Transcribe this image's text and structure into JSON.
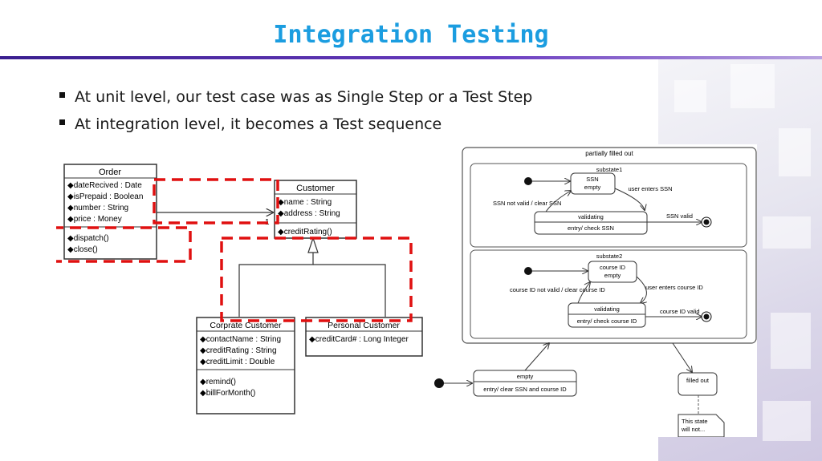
{
  "slide": {
    "title": "Integration Testing",
    "bullets": [
      "At unit level, our test case was as Single Step or a Test Step",
      "At integration level, it becomes a Test sequence"
    ]
  },
  "class_diagram": {
    "order": {
      "name": "Order",
      "attributes": [
        "dateRecived : Date",
        "isPrepaid : Boolean",
        "number : String",
        "price : Money"
      ],
      "operations": [
        "dispatch()",
        "close()"
      ]
    },
    "customer": {
      "name": "Customer",
      "attributes": [
        "name : String",
        "address : String"
      ],
      "operations": [
        "creditRating()"
      ]
    },
    "association_multiplicity": "1",
    "corporate": {
      "name": "Corprate Customer",
      "attributes": [
        "contactName : String",
        "creditRating : String",
        "creditLimit : Double"
      ],
      "operations": [
        "remind()",
        "billForMonth()"
      ]
    },
    "personal": {
      "name": "Personal Customer",
      "attributes": [
        "creditCard# : Long Integer"
      ]
    }
  },
  "state_diagram": {
    "outer_label": "partially filled out",
    "substate1": {
      "label": "substate1",
      "state_top": [
        "SSN",
        "empty"
      ],
      "validating": "validating",
      "validating_action": "entry/ check SSN",
      "t_enter": "user enters SSN",
      "t_invalid": "SSN not valid / clear SSN",
      "t_valid": "SSN valid"
    },
    "substate2": {
      "label": "substate2",
      "state_top": [
        "course ID",
        "empty"
      ],
      "validating": "validating",
      "validating_action": "entry/ check course ID",
      "t_enter": "user enters course ID",
      "t_invalid": "course ID not valid / clear course ID",
      "t_valid": "course ID valid"
    },
    "empty_state": {
      "label": "empty",
      "action": "entry/ clear SSN and course ID"
    },
    "filled_out": "filled out",
    "note": [
      "This state",
      "will not..."
    ]
  },
  "colors": {
    "title": "#1b9de0",
    "highlight_dash": "#e01010",
    "rule": "#3a1f8f"
  }
}
